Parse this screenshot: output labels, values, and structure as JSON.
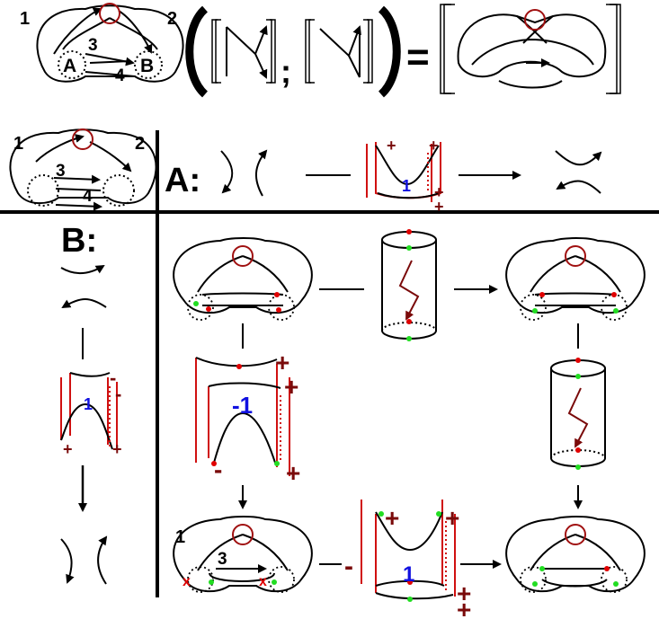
{
  "colors": {
    "ink": "#000000",
    "crossing_circle": "#a01010",
    "surface_edge": "#d01010",
    "sign_marks": "#7a0a0a",
    "region_numbers": "#1010e0",
    "green_dot": "#22dd22",
    "red_dot": "#e00000"
  },
  "top_equation": {
    "strand_labels": [
      "1",
      "2",
      "3",
      "4"
    ],
    "disk_labels": [
      "A",
      "B"
    ],
    "semicolon": ";",
    "equals": "="
  },
  "header_diagram": {
    "strand_labels": [
      "1",
      "2",
      "3",
      "4"
    ]
  },
  "section_a": {
    "title": "A:",
    "region_number": "1",
    "signs": [
      "+",
      "+",
      "+",
      "+"
    ]
  },
  "section_b": {
    "title": "B:",
    "left_region_number": "1",
    "left_signs": [
      "-",
      "-",
      "+",
      "+"
    ],
    "mid_region_number": "-1",
    "mid_signs": [
      "+",
      "+",
      "-",
      "+"
    ],
    "bottom_region_number": "1",
    "bottom_signs": [
      "-",
      "+",
      "+",
      "+",
      "+"
    ],
    "bottom_labels": [
      "1",
      "3"
    ],
    "x_marks": [
      "x",
      "x"
    ]
  }
}
